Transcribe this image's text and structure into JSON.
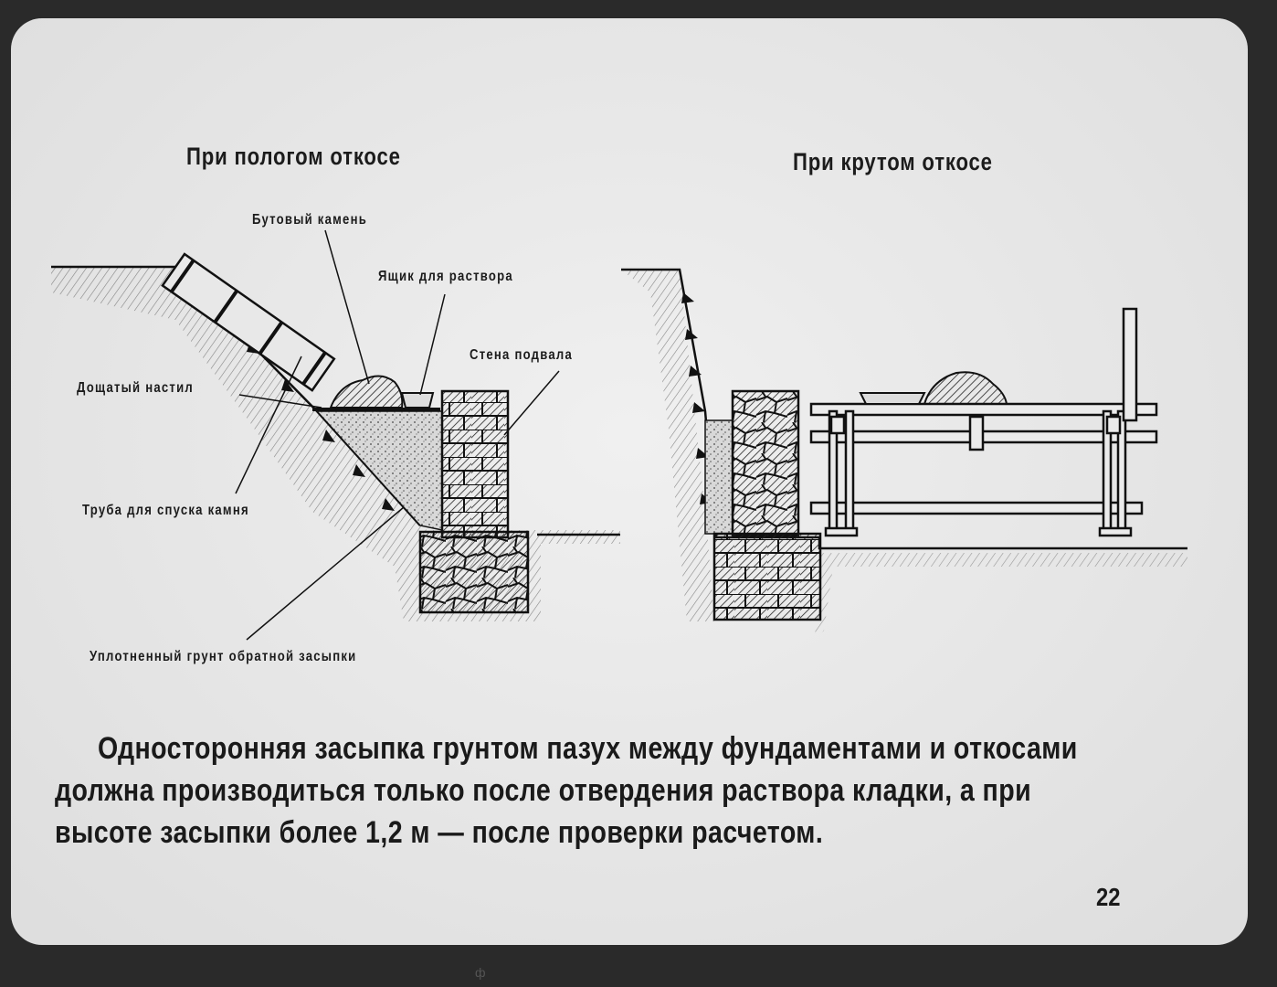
{
  "headings": {
    "left": "При пологом откосе",
    "right": "При крутом откосе"
  },
  "labels": {
    "rubble_stone": "Бутовый камень",
    "mortar_box": "Ящик для раствора",
    "basement_wall": "Стена подвала",
    "plank_deck": "Дощатый настил",
    "stone_chute": "Труба для спуска камня",
    "compacted_backfill": "Уплотненный грунт обратной засыпки"
  },
  "caption": {
    "line1": "Односторонняя засыпка грунтом пазух между фундаментами и откосами",
    "line2": "должна производиться только после отвердения раствора кладки, а при",
    "line3": "высоте засыпки более 1,2 м — после проверки расчетом."
  },
  "page_number": "22",
  "bottom_text": "ф"
}
